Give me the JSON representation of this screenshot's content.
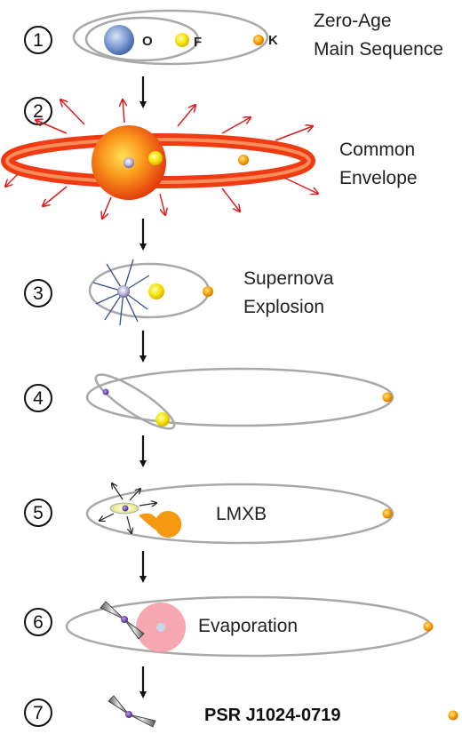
{
  "stages": [
    {
      "number": "1",
      "label_lines": [
        "Zero-Age",
        "Main Sequence"
      ],
      "star_labels": [
        "O",
        "F",
        "K"
      ]
    },
    {
      "number": "2",
      "label_lines": [
        "Common",
        "Envelope"
      ]
    },
    {
      "number": "3",
      "label_lines": [
        "Supernova",
        "Explosion"
      ]
    },
    {
      "number": "4",
      "label_lines": []
    },
    {
      "number": "5",
      "label_lines": [
        "LMXB"
      ]
    },
    {
      "number": "6",
      "label_lines": [
        "Evaporation"
      ]
    },
    {
      "number": "7",
      "label_lines": [
        "PSR J1024-0719"
      ]
    }
  ],
  "colors": {
    "orbit": "#a9a9a9",
    "o_star": "#6f8fc7",
    "f_star": "#f5e000",
    "k_star": "#f29a00",
    "envelope": "#e8340c",
    "arrow_red": "#d92020",
    "pulsar": "#6a3ca8",
    "evaporation_halo": "#f5a0a8"
  },
  "icons": [
    "down-arrow-icon",
    "pulsar-beam-icon",
    "stage-number-circle-icon"
  ]
}
